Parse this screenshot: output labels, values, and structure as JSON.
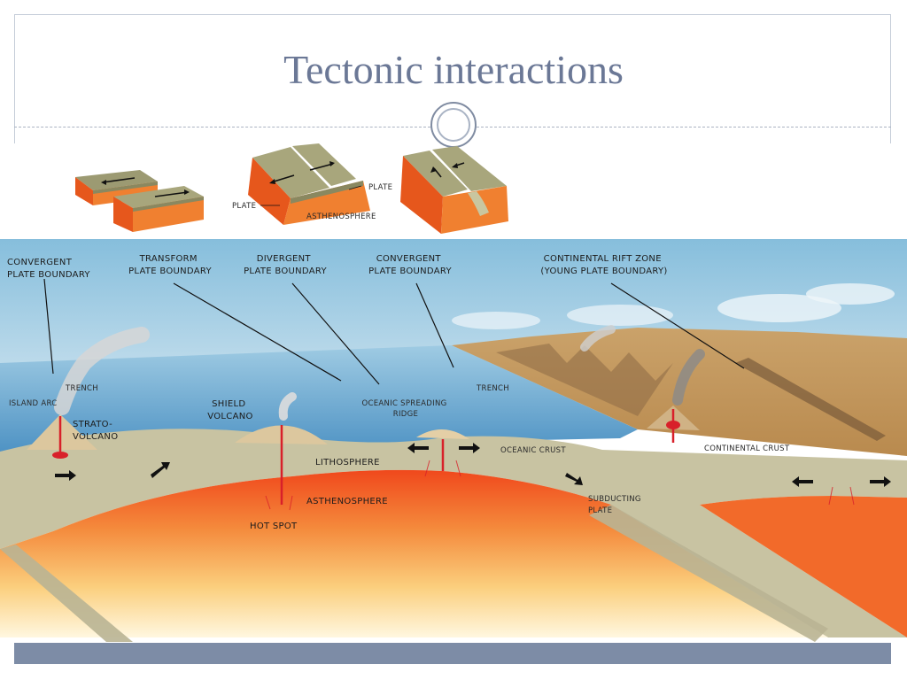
{
  "slide": {
    "title": "Tectonic interactions"
  },
  "block_diagrams": {
    "plate_label_left": "PLATE",
    "plate_label_right": "PLATE",
    "asthenosphere_label": "ASTHENOSPHERE"
  },
  "diagram": {
    "callouts": {
      "convergent_left": [
        "CONVERGENT",
        "PLATE BOUNDARY"
      ],
      "transform": [
        "TRANSFORM",
        "PLATE BOUNDARY"
      ],
      "divergent": [
        "DIVERGENT",
        "PLATE BOUNDARY"
      ],
      "convergent_center": [
        "CONVERGENT",
        "PLATE BOUNDARY"
      ],
      "rift": [
        "CONTINENTAL RIFT ZONE",
        "(YOUNG PLATE BOUNDARY)"
      ]
    },
    "features": {
      "trench_left": "TRENCH",
      "island_arc": "ISLAND ARC",
      "strato_volcano": [
        "STRATO-",
        "VOLCANO"
      ],
      "shield_volcano": [
        "SHIELD",
        "VOLCANO"
      ],
      "ridge": [
        "OCEANIC SPREADING",
        "RIDGE"
      ],
      "trench_right": "TRENCH",
      "oceanic_crust": "OCEANIC CRUST",
      "continental_crust": "CONTINENTAL CRUST",
      "lithosphere": "LITHOSPHERE",
      "asthenosphere": "ASTHENOSPHERE",
      "hot_spot": "HOT SPOT",
      "subducting_plate": [
        "SUBDUCTING",
        "PLATE"
      ]
    }
  }
}
